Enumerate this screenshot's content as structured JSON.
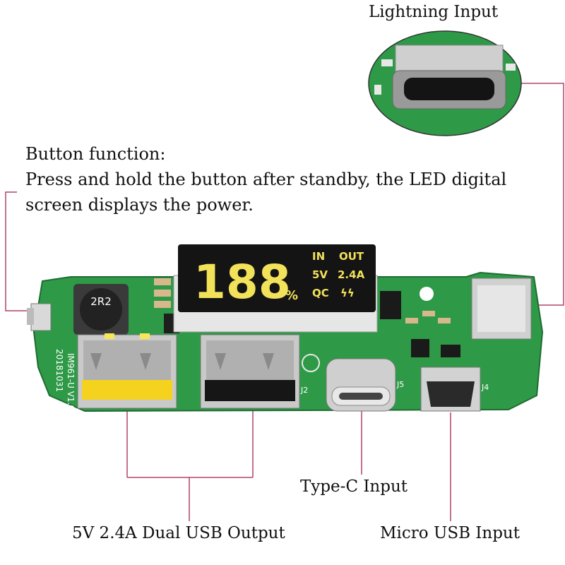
{
  "labels": {
    "lightning": "Lightning Input",
    "button_title": "Button function:",
    "button_desc_line1": "Press and hold the button after standby, the LED digital",
    "button_desc_line2": "screen displays the power.",
    "typec": "Type-C Input",
    "usb_output": "5V 2.4A Dual USB Output",
    "micro_usb": "Micro USB Input"
  },
  "display": {
    "digits": "188",
    "percent": "%",
    "in_label": "IN",
    "out_label": "OUT",
    "voltage": "5V",
    "current": "2.4A",
    "qc_label": "QC",
    "qc_symbol": "ϟϟ"
  },
  "silkscreen": {
    "inductor": "2R2",
    "board_model": "IM961-U V1.0",
    "date": "20181031",
    "j2": "J2",
    "j5": "J5",
    "j4": "J4"
  },
  "colors": {
    "pcb_green": "#2e9a47",
    "callout_line": "#b0436b",
    "display_digits": "#f2e25a",
    "usb_yellow": "#f5d21e"
  }
}
